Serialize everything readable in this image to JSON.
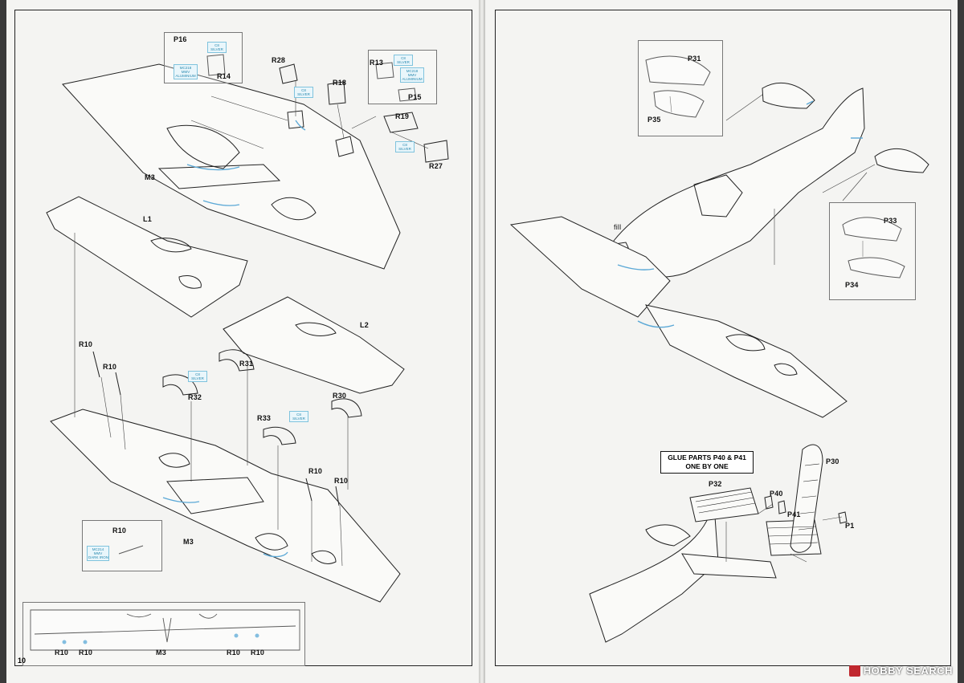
{
  "left_page": {
    "page_number": "10",
    "labels": {
      "p16": "P16",
      "r14": "R14",
      "r28": "R28",
      "r18": "R18",
      "r13": "R13",
      "p15": "P15",
      "r19": "R19",
      "r27": "R27",
      "m3_top": "M3",
      "l1": "L1",
      "l2": "L2",
      "r10_a": "R10",
      "r10_b": "R10",
      "r31": "R31",
      "r32": "R32",
      "r30": "R30",
      "r33": "R33",
      "r10_c": "R10",
      "r10_d": "R10",
      "r10_callout": "R10",
      "m3_bottom": "M3"
    },
    "paints": {
      "silver": "C8\nSILVER",
      "aluminium": "MC218\nMMV\nALUMINIUM",
      "dark_iron": "MC214\nMMV\nDARK IRON"
    },
    "bottom_strip": {
      "labels": [
        "R10",
        "R10",
        "M3",
        "R10",
        "R10"
      ]
    }
  },
  "right_page": {
    "labels": {
      "p31": "P31",
      "p35": "P35",
      "fill": "fill",
      "p33": "P33",
      "p34": "P34",
      "p30": "P30",
      "p32": "P32",
      "p40": "P40",
      "p41": "P41",
      "p1": "P1"
    },
    "note": "GLUE PARTS P40 & P41\nONE BY ONE"
  },
  "watermark": {
    "text": "HOBBY SEARCH"
  },
  "colors": {
    "paper": "#f4f4f2",
    "line": "#222222",
    "paint_accent": "#2a8ab0",
    "part_blue": "#5aa8d6"
  }
}
